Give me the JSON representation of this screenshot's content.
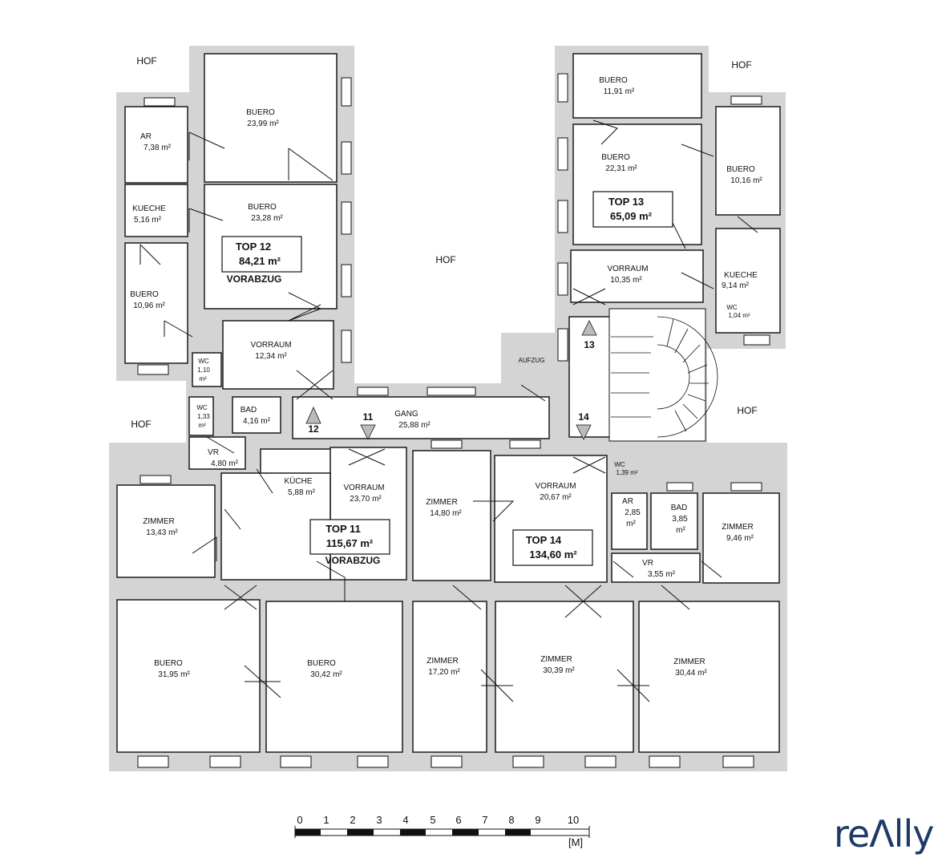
{
  "brand": {
    "logo_text": "reΛlly",
    "color": "#1f3a68"
  },
  "courtyards": [
    "HOF",
    "HOF",
    "HOF",
    "HOF",
    "HOF"
  ],
  "rooms": [
    {
      "name": "BUERO",
      "area": "23,99 m²"
    },
    {
      "name": "AR",
      "area": "7,38 m²"
    },
    {
      "name": "BUERO",
      "area": "23,28 m²"
    },
    {
      "name": "KUECHE",
      "area": "5,16 m²"
    },
    {
      "name": "BUERO",
      "area": "10,96 m²"
    },
    {
      "name": "VORRAUM",
      "area": "12,34 m²"
    },
    {
      "name": "BUERO",
      "area": "11,91 m²"
    },
    {
      "name": "BUERO",
      "area": "22,31 m²"
    },
    {
      "name": "BUERO",
      "area": "10,16 m²"
    },
    {
      "name": "VORRAUM",
      "area": "10,35 m²"
    },
    {
      "name": "KUECHE",
      "area": "9,14 m²"
    },
    {
      "name": "GANG",
      "area": "25,88 m²"
    },
    {
      "name": "BAD",
      "area": "4,16 m²"
    },
    {
      "name": "VR",
      "area": "4,80 m²"
    },
    {
      "name": "KÜCHE",
      "area": "5,88 m²"
    },
    {
      "name": "VORRAUM",
      "area": "23,70 m²"
    },
    {
      "name": "ZIMMER",
      "area": "14,80 m²"
    },
    {
      "name": "VORRAUM",
      "area": "20,67 m²"
    },
    {
      "name": "ZIMMER",
      "area": "13,43 m²"
    },
    {
      "name": "ZIMMER",
      "area": "9,46 m²"
    },
    {
      "name": "VR",
      "area": "3,55 m²"
    },
    {
      "name": "BUERO",
      "area": "31,95 m²"
    },
    {
      "name": "BUERO",
      "area": "30,42 m²"
    },
    {
      "name": "ZIMMER",
      "area": "17,20 m²"
    },
    {
      "name": "ZIMMER",
      "area": "30,39 m²"
    },
    {
      "name": "ZIMMER",
      "area": "30,44 m²"
    }
  ],
  "small_rooms": [
    {
      "name": "WC",
      "area": "1,10",
      "unit": "m²"
    },
    {
      "name": "WC",
      "area": "1,33",
      "unit": "m²"
    },
    {
      "name": "WC",
      "area": "1,04 m²"
    },
    {
      "name": "WC",
      "area": "1,39 m²"
    },
    {
      "name": "AR",
      "area": "2,85",
      "unit": "m²"
    },
    {
      "name": "BAD",
      "area": "3,85",
      "unit": "m²"
    }
  ],
  "lift_label": "AUFZUG",
  "units": [
    {
      "top": "TOP 12",
      "area": "84,21 m²",
      "note": "VORABZUG"
    },
    {
      "top": "TOP 13",
      "area": "65,09 m²"
    },
    {
      "top": "TOP 11",
      "area": "115,67 m²",
      "note": "VORABZUG"
    },
    {
      "top": "TOP 14",
      "area": "134,60 m²"
    }
  ],
  "door_numbers": [
    "12",
    "11",
    "13",
    "14"
  ],
  "scale": {
    "ticks": [
      "0",
      "1",
      "2",
      "3",
      "4",
      "5",
      "6",
      "7",
      "8",
      "9",
      "10"
    ],
    "unit": "[M]"
  }
}
